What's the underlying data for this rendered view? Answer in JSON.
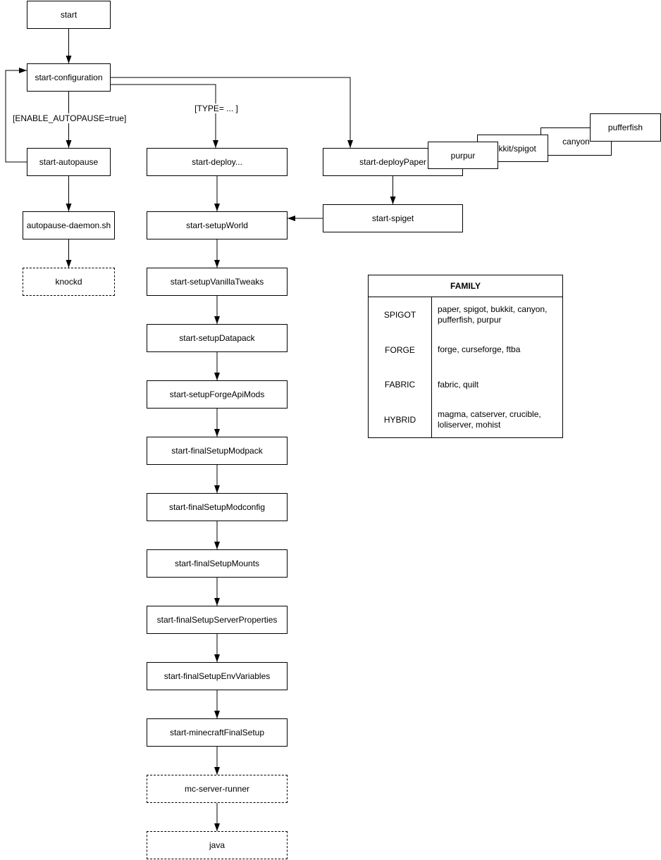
{
  "canvas": {
    "background": "#ffffff",
    "stroke_color": "#000000",
    "text_color": "#000000"
  },
  "nodes": {
    "start": "start",
    "start_configuration": "start-configuration",
    "start_autopause": "start-autopause",
    "autopause_daemon": "autopause-daemon.sh",
    "knockd": "knockd",
    "start_deploy": "start-deploy...",
    "start_deployPaper": "start-deployPaper",
    "purpur": "purpur",
    "bukkit_spigot": "bukkit/spigot",
    "canyon": "canyon",
    "pufferfish": "pufferfish",
    "start_spiget": "start-spiget",
    "start_setupWorld": "start-setupWorld",
    "start_setupVanillaTweaks": "start-setupVanillaTweaks",
    "start_setupDatapack": "start-setupDatapack",
    "start_setupForgeApiMods": "start-setupForgeApiMods",
    "start_finalSetupModpack": "start-finalSetupModpack",
    "start_finalSetupModconfig": "start-finalSetupModconfig",
    "start_finalSetupMounts": "start-finalSetupMounts",
    "start_finalSetupServerProperties": "start-finalSetupServerProperties",
    "start_finalSetupEnvVariables": "start-finalSetupEnvVariables",
    "start_minecraftFinalSetup": "start-minecraftFinalSetup",
    "mc_server_runner": "mc-server-runner",
    "java": "java"
  },
  "edge_labels": {
    "enable_autopause": "[ENABLE_AUTOPAUSE=true]",
    "type": "[TYPE= ... ]"
  },
  "edges": [
    {
      "from": "start",
      "to": "start-configuration"
    },
    {
      "from": "start-configuration",
      "to": "start-autopause",
      "label": "[ENABLE_AUTOPAUSE=true]"
    },
    {
      "from": "start-autopause",
      "to": "start-configuration"
    },
    {
      "from": "start-autopause",
      "to": "autopause-daemon.sh"
    },
    {
      "from": "autopause-daemon.sh",
      "to": "knockd"
    },
    {
      "from": "start-configuration",
      "to": "start-deploy...",
      "label": "[TYPE= ... ]"
    },
    {
      "from": "start-configuration",
      "to": "start-deployPaper"
    },
    {
      "from": "start-deployPaper",
      "to": "start-spiget"
    },
    {
      "from": "start-spiget",
      "to": "start-setupWorld"
    },
    {
      "from": "start-deploy...",
      "to": "start-setupWorld"
    },
    {
      "from": "start-setupWorld",
      "to": "start-setupVanillaTweaks"
    },
    {
      "from": "start-setupVanillaTweaks",
      "to": "start-setupDatapack"
    },
    {
      "from": "start-setupDatapack",
      "to": "start-setupForgeApiMods"
    },
    {
      "from": "start-setupForgeApiMods",
      "to": "start-finalSetupModpack"
    },
    {
      "from": "start-finalSetupModpack",
      "to": "start-finalSetupModconfig"
    },
    {
      "from": "start-finalSetupModconfig",
      "to": "start-finalSetupMounts"
    },
    {
      "from": "start-finalSetupMounts",
      "to": "start-finalSetupServerProperties"
    },
    {
      "from": "start-finalSetupServerProperties",
      "to": "start-finalSetupEnvVariables"
    },
    {
      "from": "start-finalSetupEnvVariables",
      "to": "start-minecraftFinalSetup"
    },
    {
      "from": "start-minecraftFinalSetup",
      "to": "mc-server-runner"
    },
    {
      "from": "mc-server-runner",
      "to": "java"
    }
  ],
  "family_table": {
    "title": "FAMILY",
    "rows": [
      {
        "family": "SPIGOT",
        "members": "paper, spigot, bukkit, canyon, pufferfish, purpur"
      },
      {
        "family": "FORGE",
        "members": "forge, curseforge, ftba"
      },
      {
        "family": "FABRIC",
        "members": "fabric, quilt"
      },
      {
        "family": "HYBRID",
        "members": "magma, catserver, crucible, loliserver, mohist"
      }
    ]
  }
}
